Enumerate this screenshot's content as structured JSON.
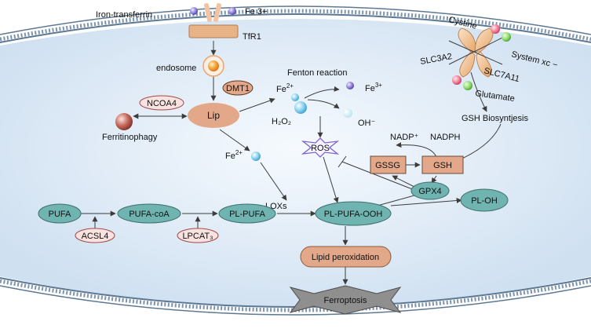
{
  "colors": {
    "cytoplasm": "#e6f0fa",
    "membrane": "#6e87a2",
    "teal_node": "#6fb4b0",
    "orange_node": "#e3a889",
    "pink_node": "#f8e3e0",
    "arrow": "#3c3c3c",
    "ros_star": "#7b66c9"
  },
  "labels": {
    "fe3_top": "Fe 3+",
    "iron_transferrin": "Iron-transferrin",
    "tfr1": "TfR1",
    "endosome": "endosome",
    "dmt1": "DMT1",
    "ncoa4": "NCOA4",
    "lip": "Lip",
    "ferritinophagy": "Ferritinophagy",
    "fenton": "Fenton reaction",
    "fe2_base": "Fe",
    "fe2_sup": "2+",
    "fe3_fenton_base": "Fe",
    "fe3_fenton_sup": "3+",
    "h2o2": "H₂O₂",
    "oh": "OH⁻",
    "ros": "ROS",
    "fe2_lower_base": "Fe",
    "fe2_lower_sup": "2+",
    "loxs": "LOXs",
    "cystine": "Cystine",
    "system_xc": "System xc −",
    "slc3a2": "SLC3A2",
    "slc7a11": "SLC7A11",
    "glutamate": "Glutamate",
    "gsh_biosynthesis": "GSH Biosyntjesis",
    "nadp_plus": "NADP⁺",
    "nadph": "NADPH",
    "gssg": "GSSG",
    "gsh": "GSH",
    "gpx4": "GPX4",
    "pufa": "PUFA",
    "acsl4": "ACSL4",
    "pufa_coa": "PUFA-coA",
    "lpcat3": "LPCAT₃",
    "pl_pufa": "PL-PUFA",
    "pl_pufa_ooh": "PL-PUFA-OOH",
    "pl_oh": "PL-OH",
    "lipid_peroxidation": "Lipid peroxidation",
    "ferroptosis": "Ferroptosis"
  }
}
